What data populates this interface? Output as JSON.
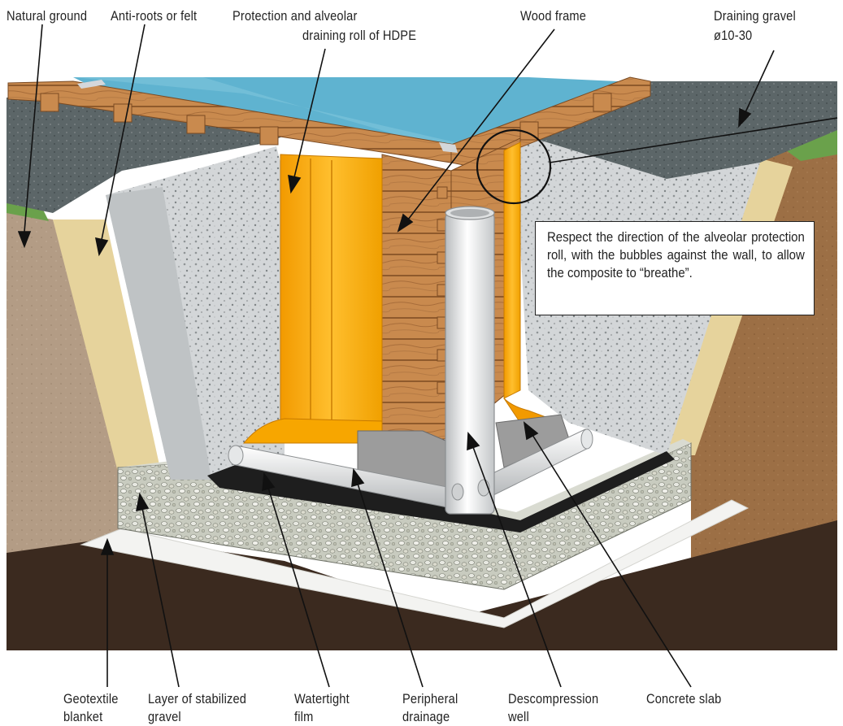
{
  "labels": {
    "natural_ground": "Natural ground",
    "anti_roots": "Anti-roots or felt",
    "protection_line1": "Protection and alveolar",
    "protection_line2": "draining roll of HDPE",
    "wood_frame": "Wood frame",
    "draining_gravel_line1": "Draining gravel",
    "draining_gravel_line2": "ø10-30",
    "geotextile_line1": "Geotextile",
    "geotextile_line2": "blanket",
    "stabilized_line1": "Layer of stabilized",
    "stabilized_line2": "gravel",
    "watertight_line1": "Watertight",
    "watertight_line2": "film",
    "peripheral_line1": "Peripheral",
    "peripheral_line2": "drainage",
    "descompression_line1": "Descompression",
    "descompression_line2": "well",
    "concrete_slab": "Concrete slab"
  },
  "note": {
    "text": "Respect the direction of the alveolar protection roll, with the bubbles against the wall, to allow the composite to “breathe”."
  },
  "colors": {
    "water": "#5fb3d0",
    "wood": "#c98a4e",
    "membrane": "#f5a800",
    "gravel": "#c9ccce",
    "soil": "#b7a08a",
    "dark_soil": "#3a2a1e",
    "concrete": "#9a9a9a"
  }
}
